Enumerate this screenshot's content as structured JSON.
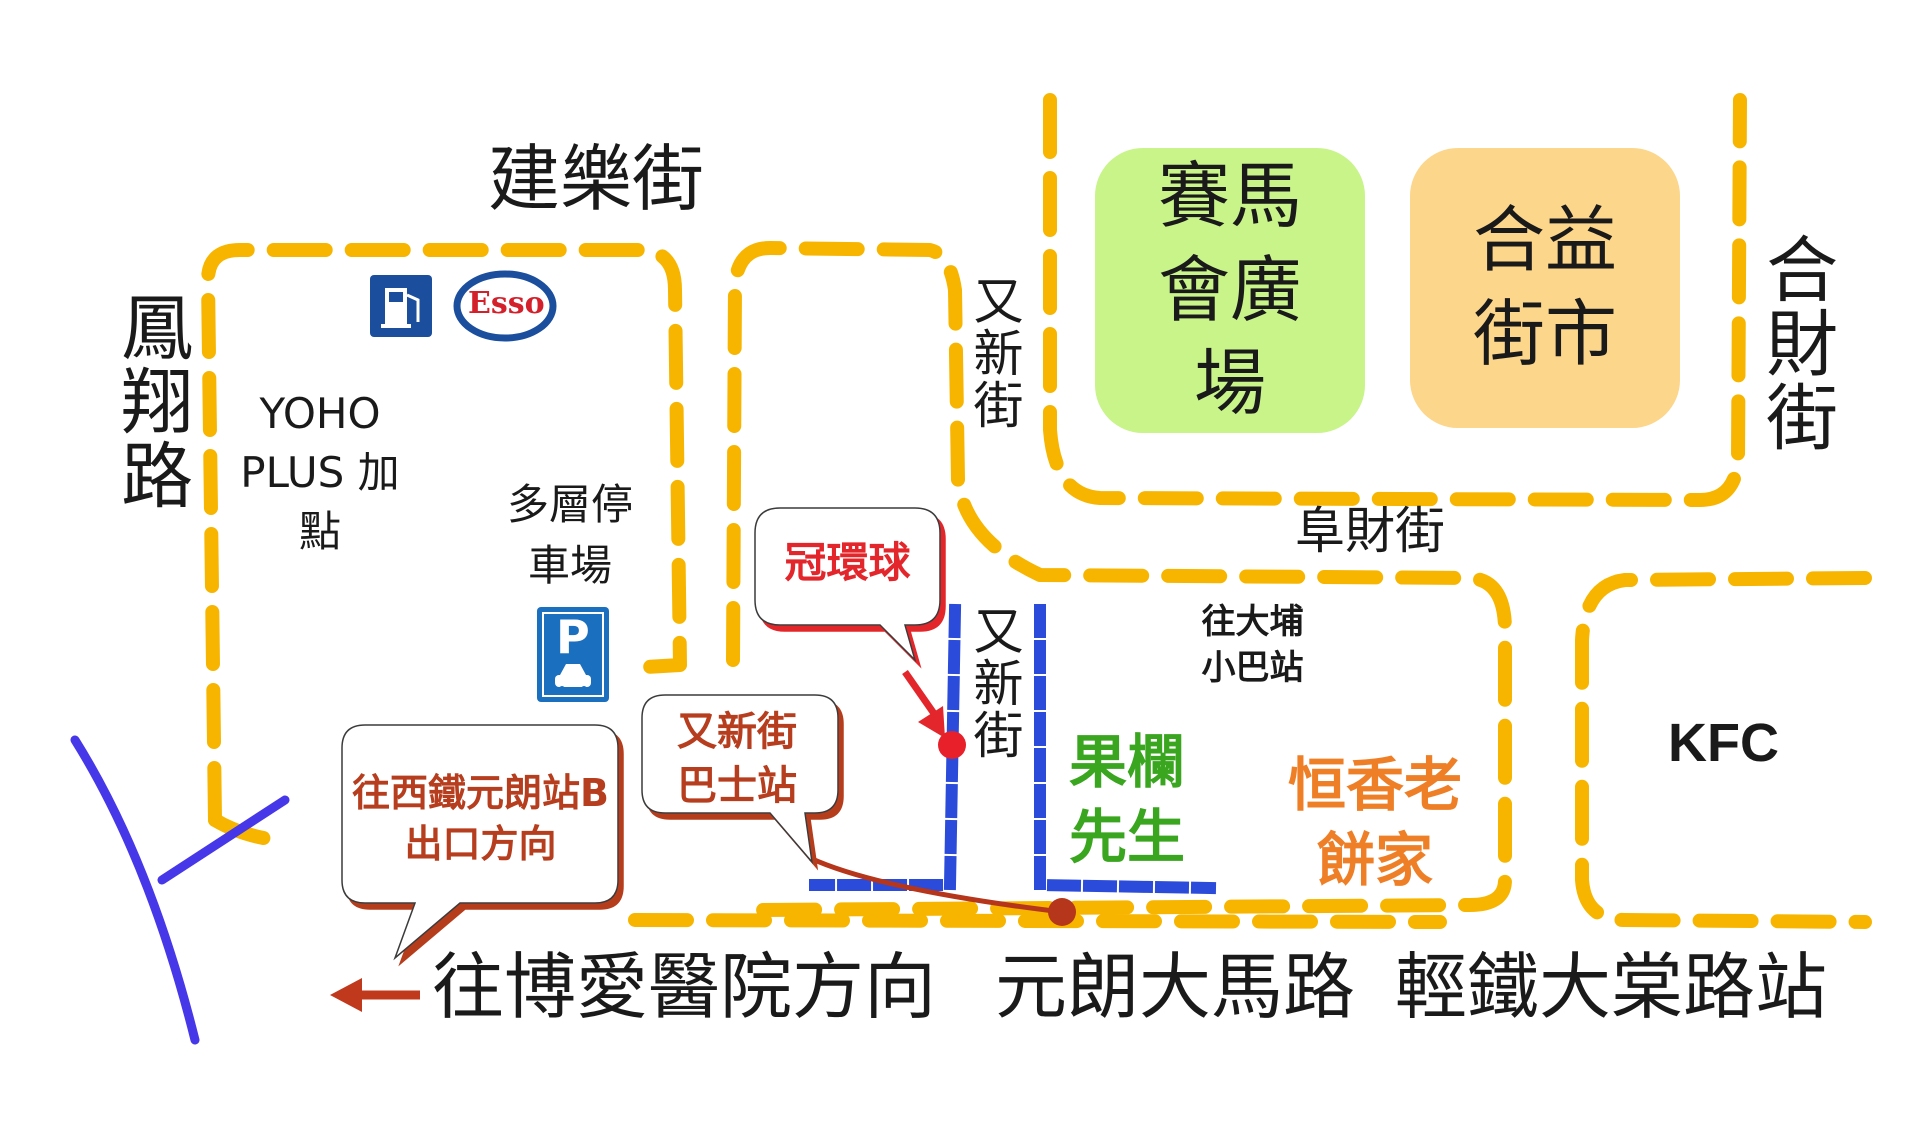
{
  "streets": {
    "kin_lok": "建樂街",
    "fung_cheung": "鳳翔路",
    "yau_san_top": "又新街",
    "yau_san_bottom": "又新街",
    "hop_choi": "合財街",
    "fau_tsoi": "阜財街",
    "main_road": "元朗大馬路"
  },
  "places": {
    "jockey_club": "賽馬會廣場",
    "hop_yick": "合益街市",
    "yoho": "YOHO PLUS 加點",
    "car_park": "多層停車場",
    "tai_po_minibus": "往大埔小巴站",
    "fruit_shop": "果欄先生",
    "hang_heung": "恒香老餅家",
    "kfc": "KFC"
  },
  "callouts": {
    "kwun_wan_kau": "冠環球",
    "yau_san_bus": "又新街巴士站",
    "west_rail": "往西鐵元朗站B出口方向"
  },
  "directions": {
    "pok_oi": "往博愛醫院方向",
    "light_rail": "輕鐵大棠路站"
  },
  "icons": {
    "fuel": "fuel-pump-icon",
    "esso": "Esso",
    "parking": "P"
  },
  "colors": {
    "road_dash": "#f7b500",
    "highlight_dash": "#2b4bdb",
    "river": "#4637e8",
    "route": "#b5361b",
    "marker": "#e8202a",
    "jockey_bg": "#c8f48a",
    "hop_yick_bg": "#fcd68b",
    "fruit_text": "#3aa51f",
    "hang_heung_text": "#ef7f27",
    "callout_red": "#e3262b",
    "callout_brown": "#b63e1e"
  }
}
